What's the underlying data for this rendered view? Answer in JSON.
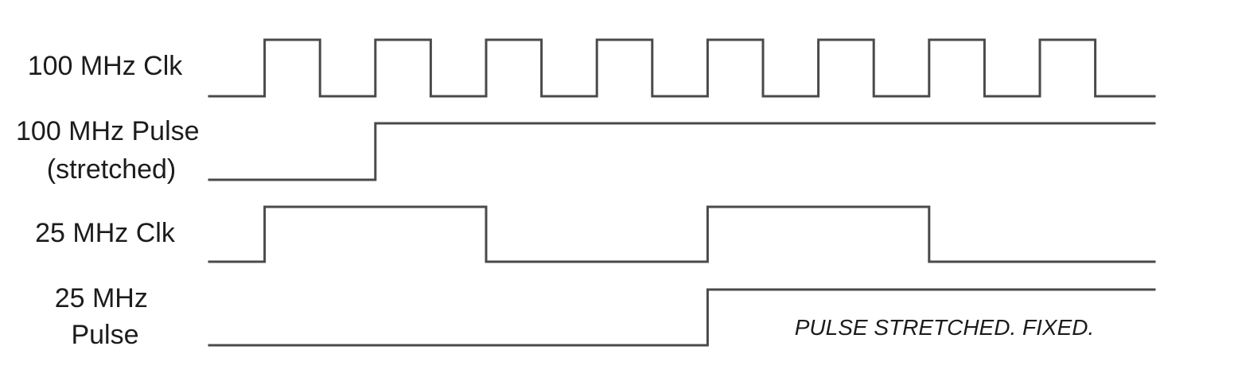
{
  "signals": [
    {
      "id": "clk100",
      "label_lines": [
        "100 MHz Clk"
      ],
      "start_level": 0,
      "transitions": [
        1,
        2,
        3,
        4,
        5,
        6,
        7,
        8,
        9,
        10,
        11,
        12,
        13,
        14,
        15,
        16
      ]
    },
    {
      "id": "pulse100",
      "label_lines": [
        "100 MHz Pulse",
        "(stretched)"
      ],
      "start_level": 0,
      "transitions": [
        3
      ]
    },
    {
      "id": "clk25",
      "label_lines": [
        "25 MHz Clk"
      ],
      "start_level": 0,
      "transitions": [
        1,
        5,
        9,
        13
      ]
    },
    {
      "id": "pulse25",
      "label_lines": [
        "25 MHz",
        "Pulse"
      ],
      "start_level": 0,
      "transitions": [
        9
      ]
    }
  ],
  "time_span_half_periods": 17,
  "annotation": "PULSE STRETCHED.  FIXED.",
  "colors": {
    "waveform": "#4a4a4a",
    "text": "#1c1c1c",
    "background": "#ffffff"
  }
}
